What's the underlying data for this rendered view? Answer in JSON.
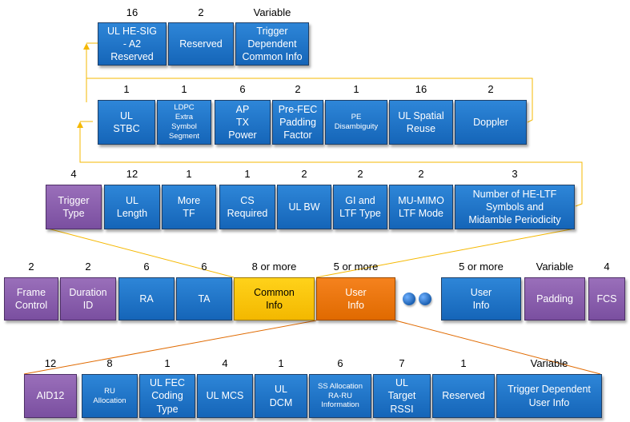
{
  "row1": [
    {
      "size": "16",
      "label": "UL HE-SIG\n- A2\nReserved",
      "color": "blue"
    },
    {
      "size": "2",
      "label": "Reserved",
      "color": "blue"
    },
    {
      "size": "Variable",
      "label": "Trigger\nDependent\nCommon Info",
      "color": "blue"
    }
  ],
  "row2": [
    {
      "size": "1",
      "label": "UL\nSTBC",
      "color": "blue"
    },
    {
      "size": "1",
      "label": "LDPC\nExtra\nSymbol\nSegment",
      "color": "blue",
      "small": true
    },
    {
      "size": "6",
      "label": "AP\nTX\nPower",
      "color": "blue"
    },
    {
      "size": "2",
      "label": "Pre-FEC\nPadding\nFactor",
      "color": "blue"
    },
    {
      "size": "1",
      "label": "PE\nDisambiguity",
      "color": "blue",
      "small": true
    },
    {
      "size": "16",
      "label": "UL Spatial\nReuse",
      "color": "blue"
    },
    {
      "size": "2",
      "label": "Doppler",
      "color": "blue"
    }
  ],
  "row3": [
    {
      "size": "4",
      "label": "Trigger\nType",
      "color": "purple"
    },
    {
      "size": "12",
      "label": "UL\nLength",
      "color": "blue"
    },
    {
      "size": "1",
      "label": "More\nTF",
      "color": "blue"
    },
    {
      "size": "1",
      "label": "CS\nRequired",
      "color": "blue"
    },
    {
      "size": "2",
      "label": "UL BW",
      "color": "blue"
    },
    {
      "size": "2",
      "label": "GI and\nLTF Type",
      "color": "blue"
    },
    {
      "size": "2",
      "label": "MU-MIMO\nLTF Mode",
      "color": "blue"
    },
    {
      "size": "3",
      "label": "Number of HE-LTF\nSymbols and\nMidamble Periodicity",
      "color": "blue"
    }
  ],
  "row4": [
    {
      "size": "2",
      "label": "Frame\nControl",
      "color": "purple"
    },
    {
      "size": "2",
      "label": "Duration\nID",
      "color": "purple"
    },
    {
      "size": "6",
      "label": "RA",
      "color": "blue"
    },
    {
      "size": "6",
      "label": "TA",
      "color": "blue"
    },
    {
      "size": "8 or more",
      "label": "Common\nInfo",
      "color": "yellow"
    },
    {
      "size": "5 or more",
      "label": "User\nInfo",
      "color": "orange"
    },
    {
      "size": "5 or more",
      "label": "User\nInfo",
      "color": "blue"
    },
    {
      "size": "Variable",
      "label": "Padding",
      "color": "purple"
    },
    {
      "size": "4",
      "label": "FCS",
      "color": "purple"
    }
  ],
  "row5": [
    {
      "size": "12",
      "label": "AID12",
      "color": "purple"
    },
    {
      "size": "8",
      "label": "RU\nAllocation",
      "color": "blue",
      "small": true
    },
    {
      "size": "1",
      "label": "UL FEC\nCoding\nType",
      "color": "blue"
    },
    {
      "size": "4",
      "label": "UL MCS",
      "color": "blue"
    },
    {
      "size": "1",
      "label": "UL\nDCM",
      "color": "blue"
    },
    {
      "size": "6",
      "label": "SS Allocation\nRA-RU\nInformation",
      "color": "blue",
      "small": true
    },
    {
      "size": "7",
      "label": "UL\nTarget\nRSSI",
      "color": "blue"
    },
    {
      "size": "1",
      "label": "Reserved",
      "color": "blue"
    },
    {
      "size": "Variable",
      "label": "Trigger Dependent\nUser Info",
      "color": "blue"
    }
  ]
}
